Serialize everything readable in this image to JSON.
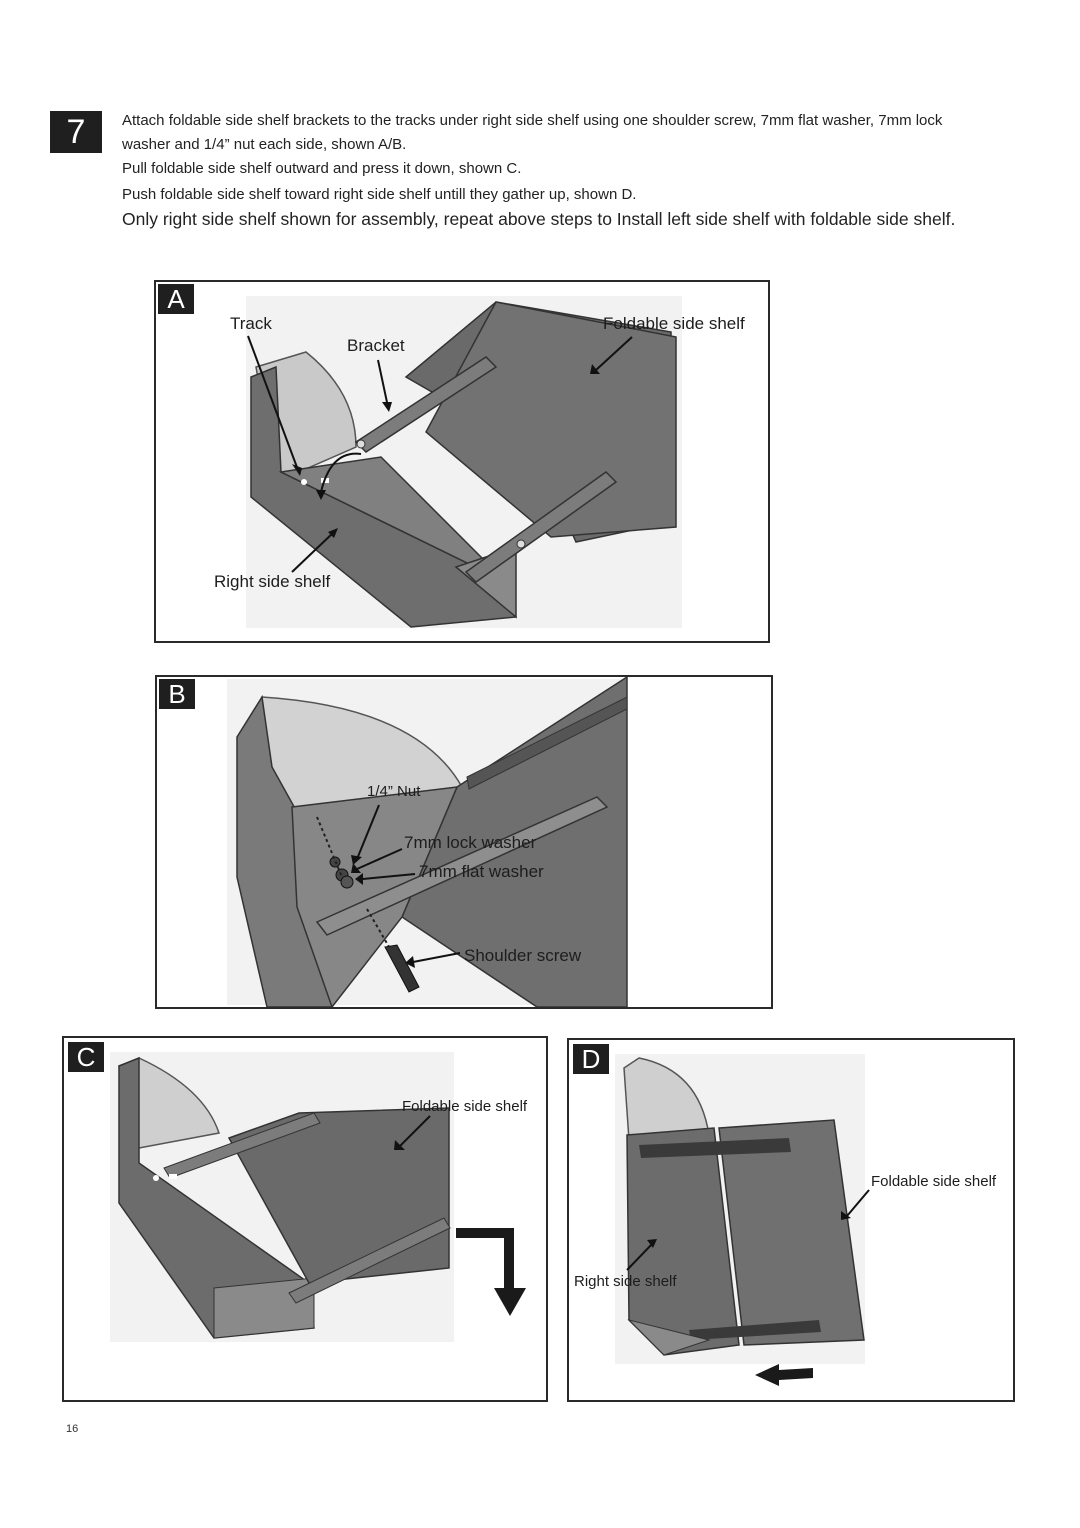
{
  "step": {
    "number": "7",
    "instructions": [
      "Attach foldable side shelf brackets to the tracks under right side shelf using one shoulder screw, 7mm flat washer, 7mm lock",
      "washer and 1/4” nut each side, shown A/B.",
      "Pull foldable side shelf outward and press it down, shown C.",
      "Push foldable side shelf toward right side shelf untill they gather up, shown D.",
      "Only right side shelf shown for assembly, repeat above steps to Install left side shelf with foldable side shelf."
    ]
  },
  "panels": {
    "a": {
      "letter": "A",
      "labels": {
        "track": "Track",
        "bracket": "Bracket",
        "foldable_shelf": "Foldable side shelf",
        "right_shelf": "Right side shelf"
      }
    },
    "b": {
      "letter": "B",
      "labels": {
        "nut": "1/4” Nut",
        "lock_washer": "7mm lock washer",
        "flat_washer": "7mm flat washer",
        "shoulder_screw": "Shoulder screw"
      }
    },
    "c": {
      "letter": "C",
      "labels": {
        "foldable_shelf": "Foldable side shelf"
      }
    },
    "d": {
      "letter": "D",
      "labels": {
        "foldable_shelf": "Foldable side shelf",
        "right_shelf": "Right side shelf"
      }
    }
  },
  "page_number": "16"
}
